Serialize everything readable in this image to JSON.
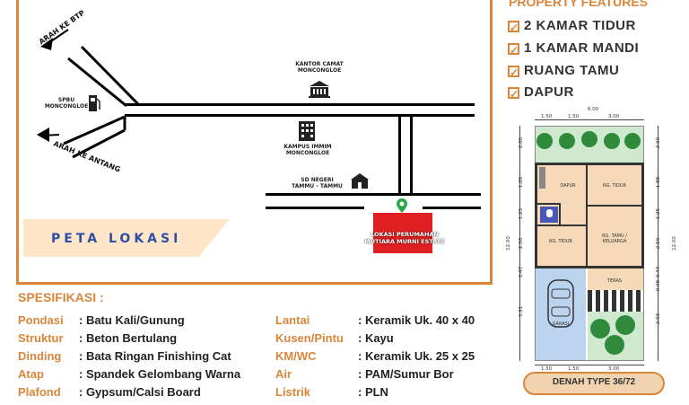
{
  "map": {
    "arrow_btp": "ARAH KE BTP",
    "arrow_antang": "ARAH KE ANTANG",
    "spbu": "SPBU\nMONCONGLOE",
    "kantor_camat": "KANTOR CAMAT\nMONCONGLOE",
    "kampus": "KAMPUS IMMIM\nMONCONGLOE",
    "sd_negeri": "SD NEGERI\nTAMMU - TAMMU",
    "lokasi": "LOKASI PERUMAHAN\nMUTIARA MURNI ESTATE",
    "peta_lokasi": "PETA LOKASI"
  },
  "features": {
    "title": "PROPERTY FEATURES",
    "items": [
      "2 KAMAR TIDUR",
      "1 KAMAR MANDI",
      "RUANG TAMU",
      "DAPUR"
    ]
  },
  "specs": {
    "title": "SPESIFIKASI :",
    "left": [
      {
        "label": "Pondasi",
        "value": ": Batu Kali/Gunung"
      },
      {
        "label": "Struktur",
        "value": ": Beton Bertulang"
      },
      {
        "label": "Dinding",
        "value": ": Bata Ringan Finishing Cat"
      },
      {
        "label": "Atap",
        "value": ": Spandek Gelombang Warna"
      },
      {
        "label": "Plafond",
        "value": ": Gypsum/Calsi Board"
      }
    ],
    "right": [
      {
        "label": "Lantai",
        "value": ": Keramik Uk. 40 x 40"
      },
      {
        "label": "Kusen/Pintu",
        "value": ": Kayu"
      },
      {
        "label": "KM/WC",
        "value": ": Keramik Uk. 25 x 25"
      },
      {
        "label": "Air",
        "value": ": PAM/Sumur Bor"
      },
      {
        "label": "Listrik",
        "value": ": PLN"
      }
    ]
  },
  "floorplan": {
    "dims_top": [
      "6.00",
      "1.50",
      "1.50",
      "3.00"
    ],
    "dims_bottom": [
      "1.50",
      "1.50",
      "3.00"
    ],
    "dims_left": [
      "2.00",
      "1.88",
      "1.25",
      "2.50",
      "0.47",
      "3.91",
      "12.00"
    ],
    "dims_right": [
      "2.00",
      "1.88",
      "1.25",
      "2.50",
      "0.47",
      "0.98",
      "2.93",
      "12.00"
    ],
    "rooms": {
      "dapur": "DAPUR",
      "kt1": "RG. TIDUR",
      "kt2": "RG. TIDUR",
      "keluarga": "RG. TAMU /\nKELUARGA",
      "teras": "TERAS",
      "garasi": "GARASI"
    },
    "badge": "DENAH TYPE 36/72"
  },
  "colors": {
    "accent": "#d9863a",
    "lokasi_red": "#e02020",
    "peta_blue": "#2d4ea5"
  }
}
